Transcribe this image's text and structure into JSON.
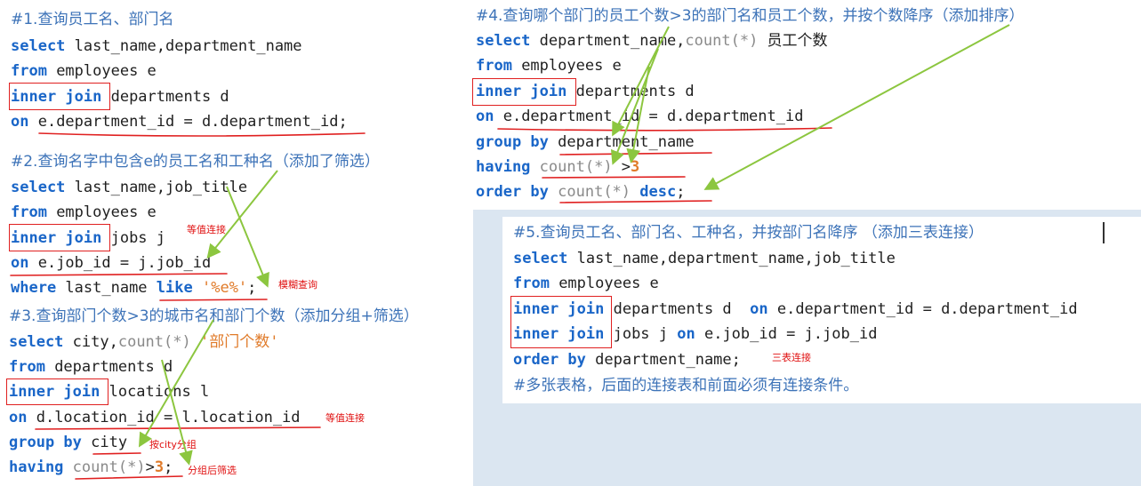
{
  "colors": {
    "keyword": "#1a66c8",
    "string": "#e07b2a",
    "comment": "#3d73b8",
    "annotation": "#e02020",
    "arrow": "#8cc63f"
  },
  "q1": {
    "comment": "#1.查询员工名、部门名",
    "l1a": "select",
    "l1b": " last_name,department_name",
    "l2a": "from",
    "l2b": " employees e",
    "l3a": "inner join",
    "l3b": " departments d",
    "l4a": "on",
    "l4b": " e.department_id = d.department_id;"
  },
  "q2": {
    "comment": "#2.查询名字中包含e的员工名和工种名（添加了筛选）",
    "l1a": "select",
    "l1b": " last_name,job_title",
    "l2a": "from",
    "l2b": " employees e",
    "l3a": "inner join",
    "l3b": " jobs j",
    "l4a": "on",
    "l4b": " e.job_id = j.job_id",
    "l5a": "where",
    "l5b": " last_name ",
    "l5c": "like",
    "l5d": " ",
    "l5e": "'%e%'",
    "l5f": ";",
    "note_equi": "等值连接",
    "note_fuzzy": "模糊查询"
  },
  "q3": {
    "comment": "#3.查询部门个数>3的城市名和部门个数（添加分组+筛选）",
    "l1a": "select",
    "l1b": " city,",
    "l1c": "count(*)",
    "l1d": " ",
    "l1e": "'部门个数'",
    "l2a": "from",
    "l2b": " departments d",
    "l3a": "inner join",
    "l3b": " locations l",
    "l4a": "on",
    "l4b": " d.location_id = l.location_id",
    "l5a": "group by",
    "l5b": " city",
    "l6a": "having",
    "l6b": " ",
    "l6c": "count(*)",
    "l6d": ">",
    "l6e": "3",
    "l6f": ";",
    "note_equi": "等值连接",
    "note_group": "按city分组",
    "note_having": "分组后筛选"
  },
  "q4": {
    "comment": "#4.查询哪个部门的员工个数>3的部门名和员工个数，并按个数降序（添加排序）",
    "l1a": "select",
    "l1b": " department_name,",
    "l1c": "count(*)",
    "l1d": " 员工个数",
    "l2a": "from",
    "l2b": " employees e",
    "l3a": "inner join",
    "l3b": " departments d",
    "l4a": "on",
    "l4b": " e.department_id = d.department_id",
    "l5a": "group by",
    "l5b": " department_name",
    "l6a": "having",
    "l6b": " ",
    "l6c": "count(*)",
    "l6d": " >",
    "l6e": "3",
    "l7a": "order by",
    "l7b": " ",
    "l7c": "count(*)",
    "l7d": " ",
    "l7e": "desc",
    "l7f": ";"
  },
  "q5": {
    "comment": "#5.查询员工名、部门名、工种名，并按部门名降序 （添加三表连接）",
    "l1a": "select",
    "l1b": " last_name,department_name,job_title",
    "l2a": "from",
    "l2b": " employees e",
    "l3a": "inner join",
    "l3b": " departments d  ",
    "l3c": "on",
    "l3d": " e.department_id = d.department_id",
    "l4a": "inner join",
    "l4b": " jobs j ",
    "l4c": "on",
    "l4d": " e.job_id = j.job_id",
    "l5a": "order by",
    "l5b": " department_name;",
    "note_three": "三表连接",
    "comment2": "#多张表格，后面的连接表和前面必须有连接条件。"
  }
}
